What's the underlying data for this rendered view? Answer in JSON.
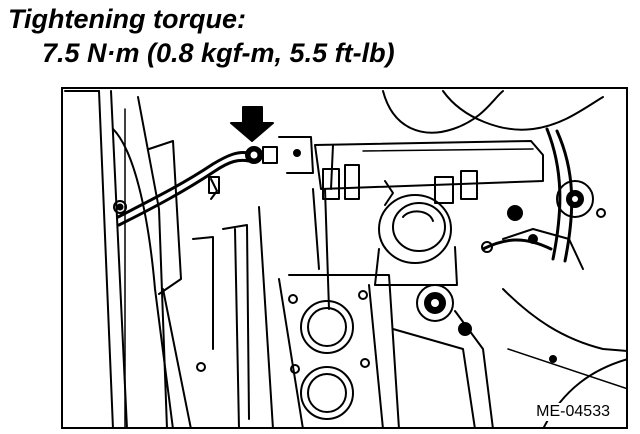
{
  "spec": {
    "title": "Tightening torque:",
    "value": "7.5 N·m (0.8 kgf-m, 5.5 ft-lb)"
  },
  "figure": {
    "id": "ME-04533",
    "indicator_icon": "down-arrow-icon",
    "line_color": "#000000",
    "background_color": "#ffffff"
  }
}
